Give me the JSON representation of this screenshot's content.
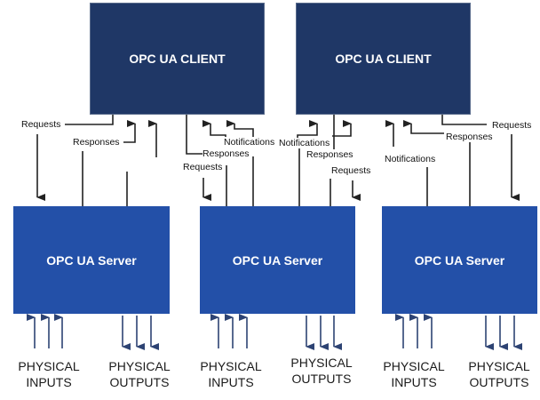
{
  "clients": [
    {
      "label": "OPC UA CLIENT"
    },
    {
      "label": "OPC UA CLIENT"
    }
  ],
  "servers": [
    {
      "label": "OPC UA Server"
    },
    {
      "label": "OPC UA Server"
    },
    {
      "label": "OPC UA Server"
    }
  ],
  "messages": {
    "requests": "Requests",
    "responses": "Responses",
    "notifications": "Notifications"
  },
  "physical": {
    "inputs": [
      "PHYSICAL",
      "INPUTS"
    ],
    "outputs": [
      "PHYSICAL",
      "OUTPUTS"
    ]
  },
  "colors": {
    "client": "#1f3766",
    "server": "#2350a8",
    "wire": "#222222",
    "io_arrow": "#2d4373"
  }
}
